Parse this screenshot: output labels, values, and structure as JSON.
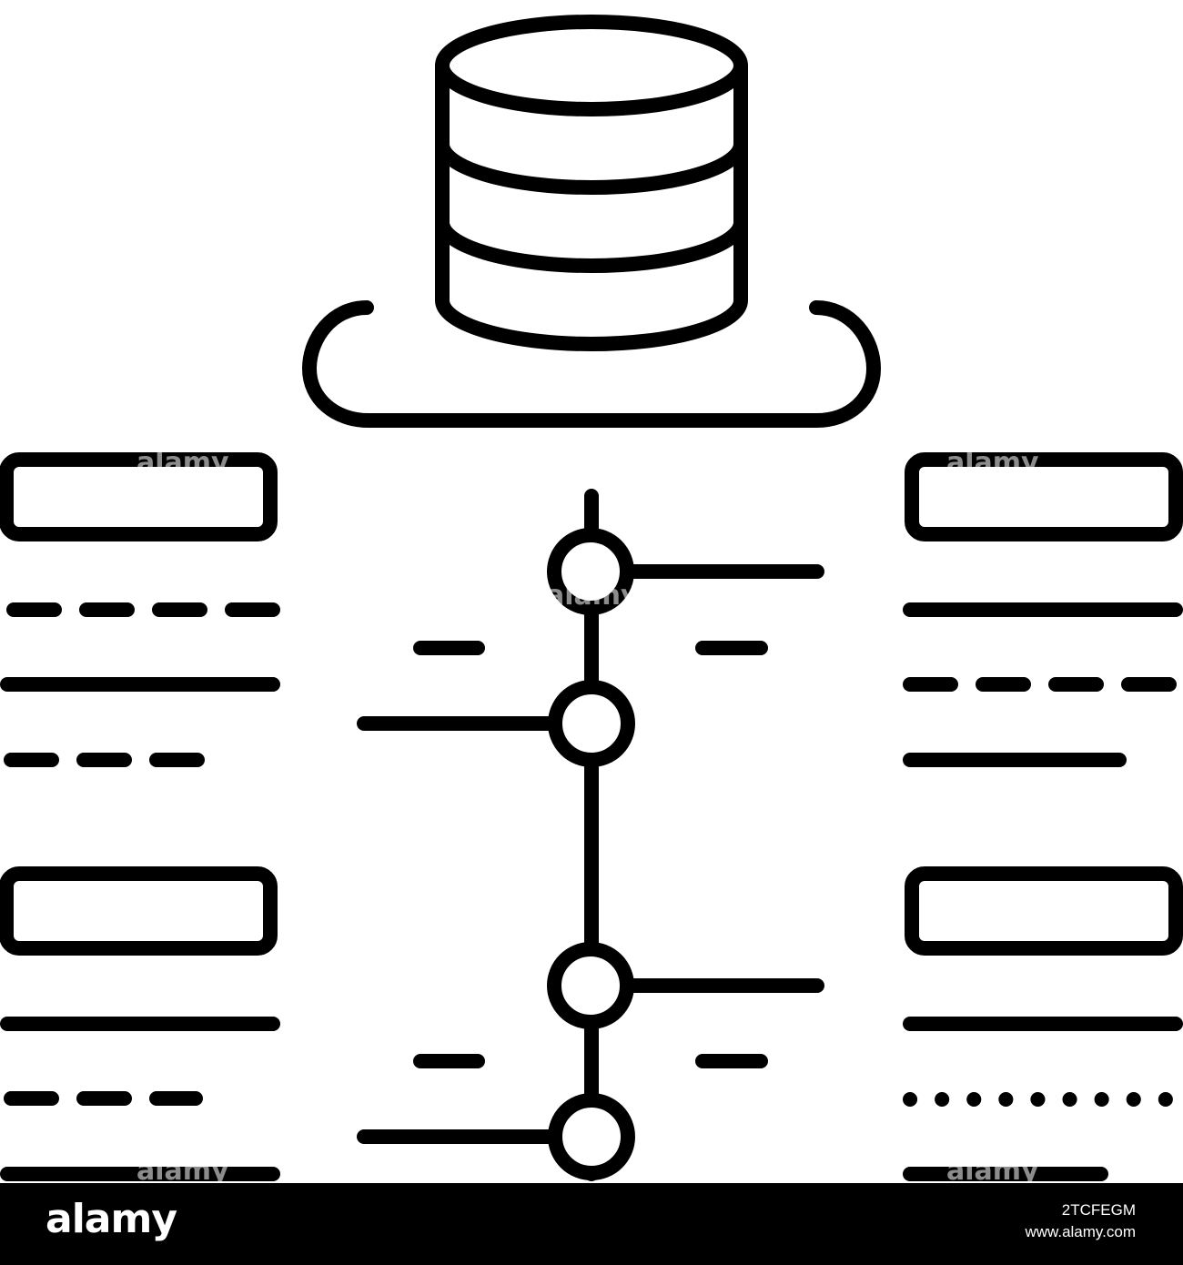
{
  "illustration": {
    "icon": "database-cloud-timeline-icon",
    "stroke_color": "#000000",
    "background_color": "#ffffff",
    "watermark": "alamy"
  },
  "footer": {
    "background_color": "#000000",
    "logo_text": "alamy",
    "image_id": "2TCFEGM",
    "site": "www.alamy.com"
  }
}
